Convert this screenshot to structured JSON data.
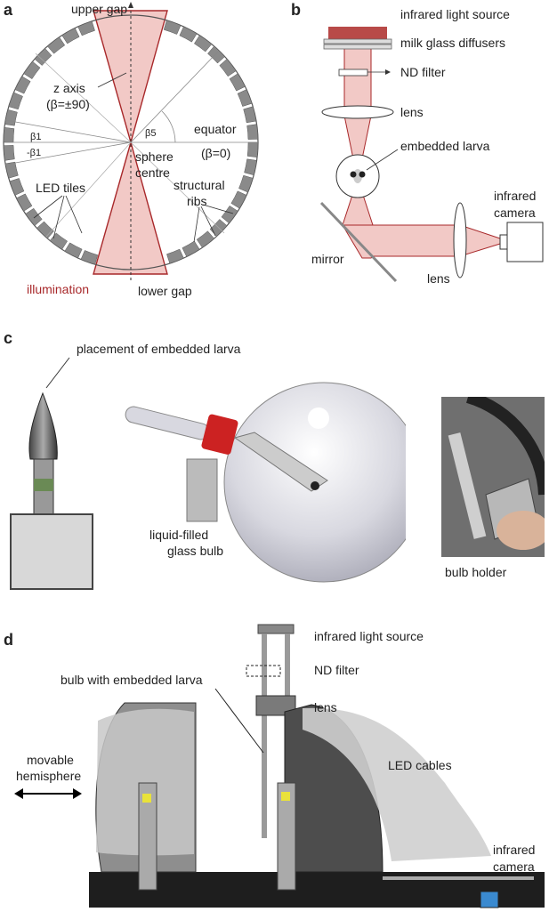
{
  "panels": {
    "a": {
      "letter": "a",
      "upper_gap": "upper gap",
      "z_axis": "z axis",
      "z_axis_beta": "(β=±90)",
      "beta1": "β1",
      "minus_beta1": "-β1",
      "beta5": "β5",
      "equator": "equator",
      "equator_beta": "(β=0)",
      "sphere_centre_1": "sphere",
      "sphere_centre_2": "centre",
      "led_tiles": "LED tiles",
      "structural_ribs_1": "structural",
      "structural_ribs_2": "ribs",
      "illumination": "illumination",
      "lower_gap": "lower gap"
    },
    "b": {
      "letter": "b",
      "infrared_light_source": "infrared light source",
      "milk_glass_diffusers": "milk glass diffusers",
      "nd_filter": "ND filter",
      "lens_top": "lens",
      "embedded_larva": "embedded larva",
      "infrared_camera_1": "infrared",
      "infrared_camera_2": "camera",
      "mirror": "mirror",
      "lens_bottom": "lens"
    },
    "c": {
      "letter": "c",
      "placement": "placement of embedded larva",
      "liquid_bulb_1": "liquid-filled",
      "liquid_bulb_2": "glass bulb",
      "bulb_holder": "bulb holder"
    },
    "d": {
      "letter": "d",
      "infrared_light_source": "infrared light source",
      "nd_filter": "ND filter",
      "bulb_with_larva": "bulb with embedded larva",
      "lens": "lens",
      "movable_1": "movable",
      "movable_2": "hemisphere",
      "led_cables": "LED cables",
      "infrared_camera_1": "infrared",
      "infrared_camera_2": "camera"
    }
  },
  "colors": {
    "illumination_fill": "#f2c9c6",
    "illumination_stroke": "#a8282a",
    "tile_gray": "#8a8a8a",
    "source_red": "#b84a48",
    "label_red": "#a8282a"
  }
}
